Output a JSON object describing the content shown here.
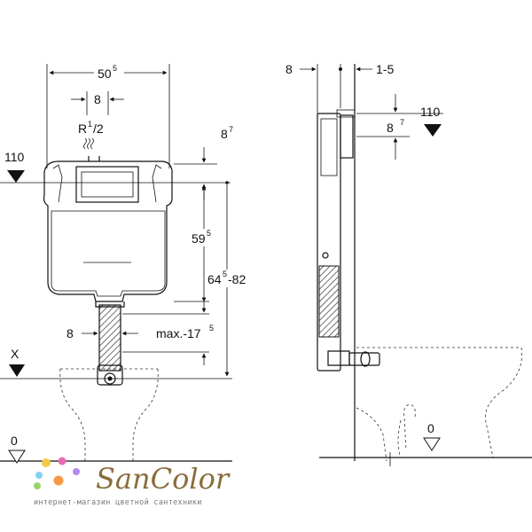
{
  "front_view": {
    "width_dim": {
      "base": "50",
      "sup": "5"
    },
    "inlet_offset": "8",
    "inlet_thread": {
      "base": "R",
      "sup": "1",
      "tail": "/2"
    },
    "level_110": "110",
    "top_offset": {
      "base": "8",
      "sup": "7"
    },
    "cistern_height": {
      "base": "59",
      "sup": "5"
    },
    "total_height": {
      "base": "64",
      "sup": "5",
      "tail": "-82"
    },
    "pipe_offset": "8",
    "max_depth": {
      "base": "max.-17",
      "sup": "5"
    },
    "x_label": "X",
    "floor_zero": "0"
  },
  "side_view": {
    "left_gap": "8",
    "wall_gap": "1-5",
    "level_110": "110",
    "top_offset": {
      "base": "8",
      "sup": "7"
    },
    "floor_zero": "0"
  },
  "watermark": {
    "brand": "SanColor",
    "tagline": "интернет-магазин цветной сантехники",
    "dot_colors": [
      "#f7c948",
      "#7fd3f0",
      "#e86bb0",
      "#9ad56b",
      "#f59a42",
      "#b08cf0"
    ]
  }
}
